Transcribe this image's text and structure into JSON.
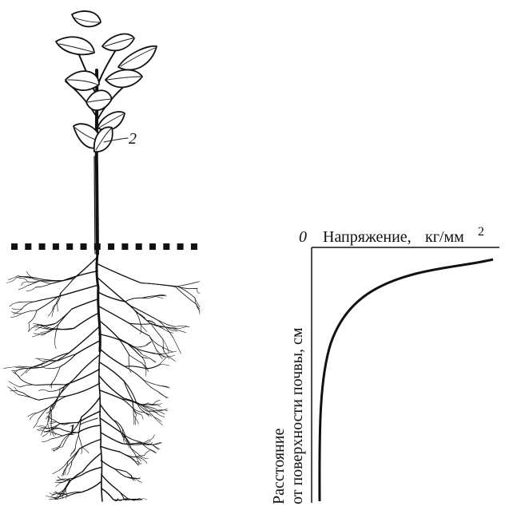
{
  "plant": {
    "label_root": "1",
    "label_leaves": "2"
  },
  "graph": {
    "origin_label": "0",
    "x_axis_title": "Напряжение,",
    "x_axis_unit_base": "кг/мм",
    "x_axis_unit_exp": "2",
    "y_axis_title_line1": "Расстояние",
    "y_axis_title_line2": "от поверхности почвы, см"
  }
}
